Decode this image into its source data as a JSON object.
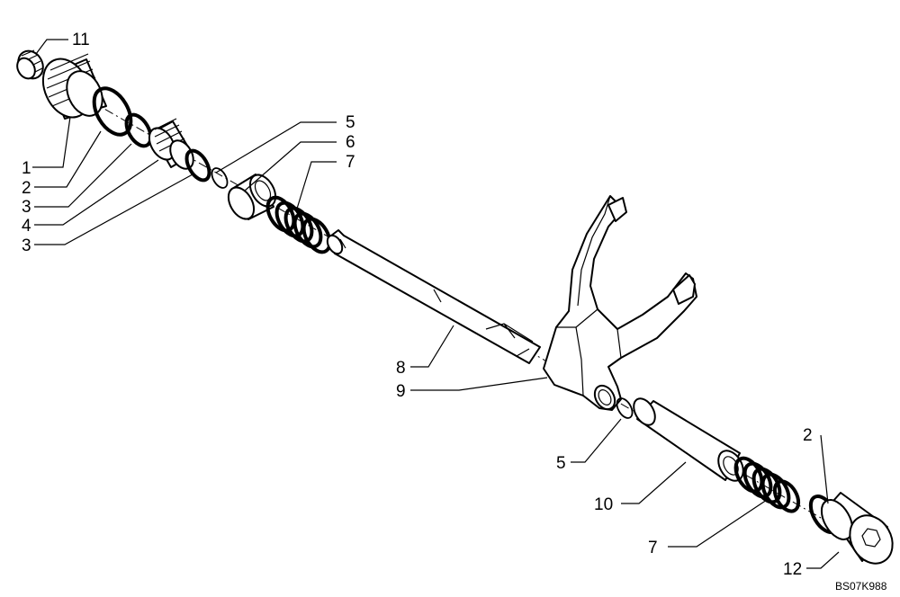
{
  "diagram": {
    "figure_code": "BS07K988",
    "callouts": [
      {
        "id": "c-11-top",
        "label": "11"
      },
      {
        "id": "c-1",
        "label": "1"
      },
      {
        "id": "c-2-left",
        "label": "2"
      },
      {
        "id": "c-3-upper",
        "label": "3"
      },
      {
        "id": "c-4",
        "label": "4"
      },
      {
        "id": "c-3-lower",
        "label": "3"
      },
      {
        "id": "c-5-top",
        "label": "5"
      },
      {
        "id": "c-6",
        "label": "6"
      },
      {
        "id": "c-7-top",
        "label": "7"
      },
      {
        "id": "c-8",
        "label": "8"
      },
      {
        "id": "c-9",
        "label": "9"
      },
      {
        "id": "c-5-bottom",
        "label": "5"
      },
      {
        "id": "c-10",
        "label": "10"
      },
      {
        "id": "c-2-right",
        "label": "2"
      },
      {
        "id": "c-7-bottom",
        "label": "7"
      },
      {
        "id": "c-12",
        "label": "12"
      }
    ]
  }
}
